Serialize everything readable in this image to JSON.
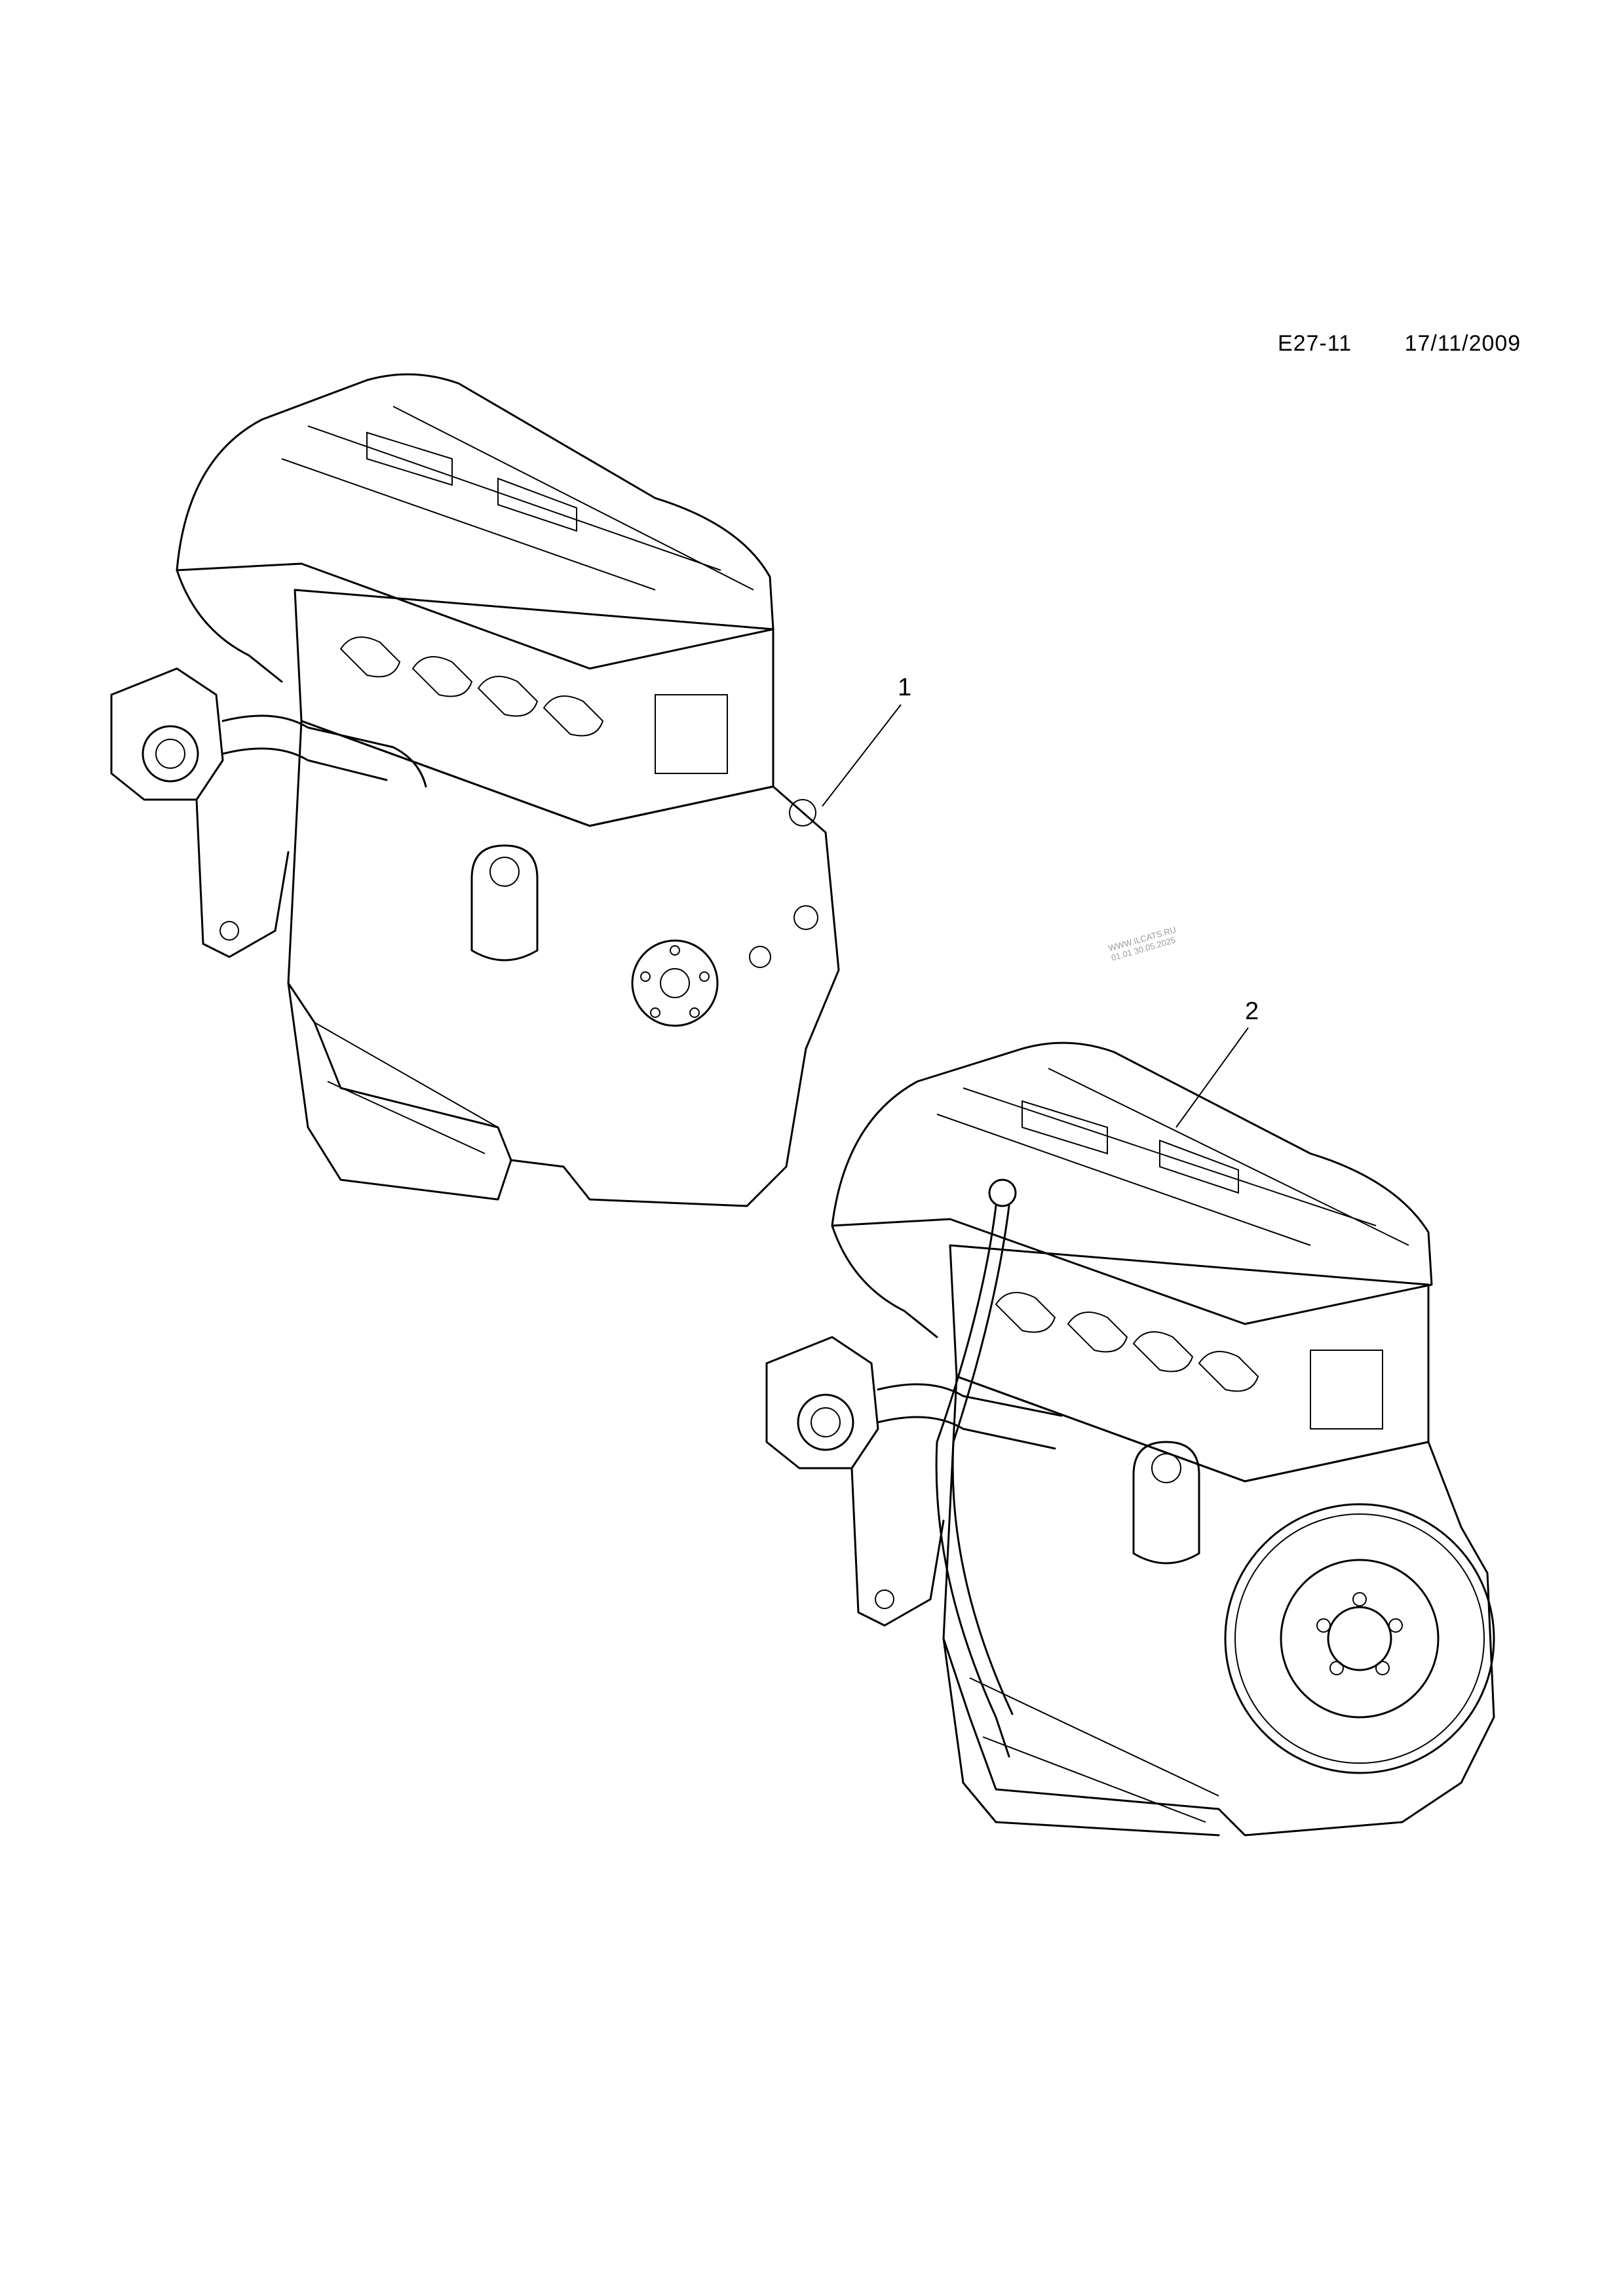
{
  "header": {
    "diagram_code": "E27-11",
    "date": "17/11/2009"
  },
  "callouts": [
    {
      "label": "1"
    },
    {
      "label": "2"
    }
  ],
  "watermark": {
    "line1": "WWW.ILCATS.RU",
    "line2": "01.01 30.05.2025"
  },
  "colors": {
    "background": "#ffffff",
    "linework": "#000000",
    "watermark": "#9a9a9a"
  }
}
